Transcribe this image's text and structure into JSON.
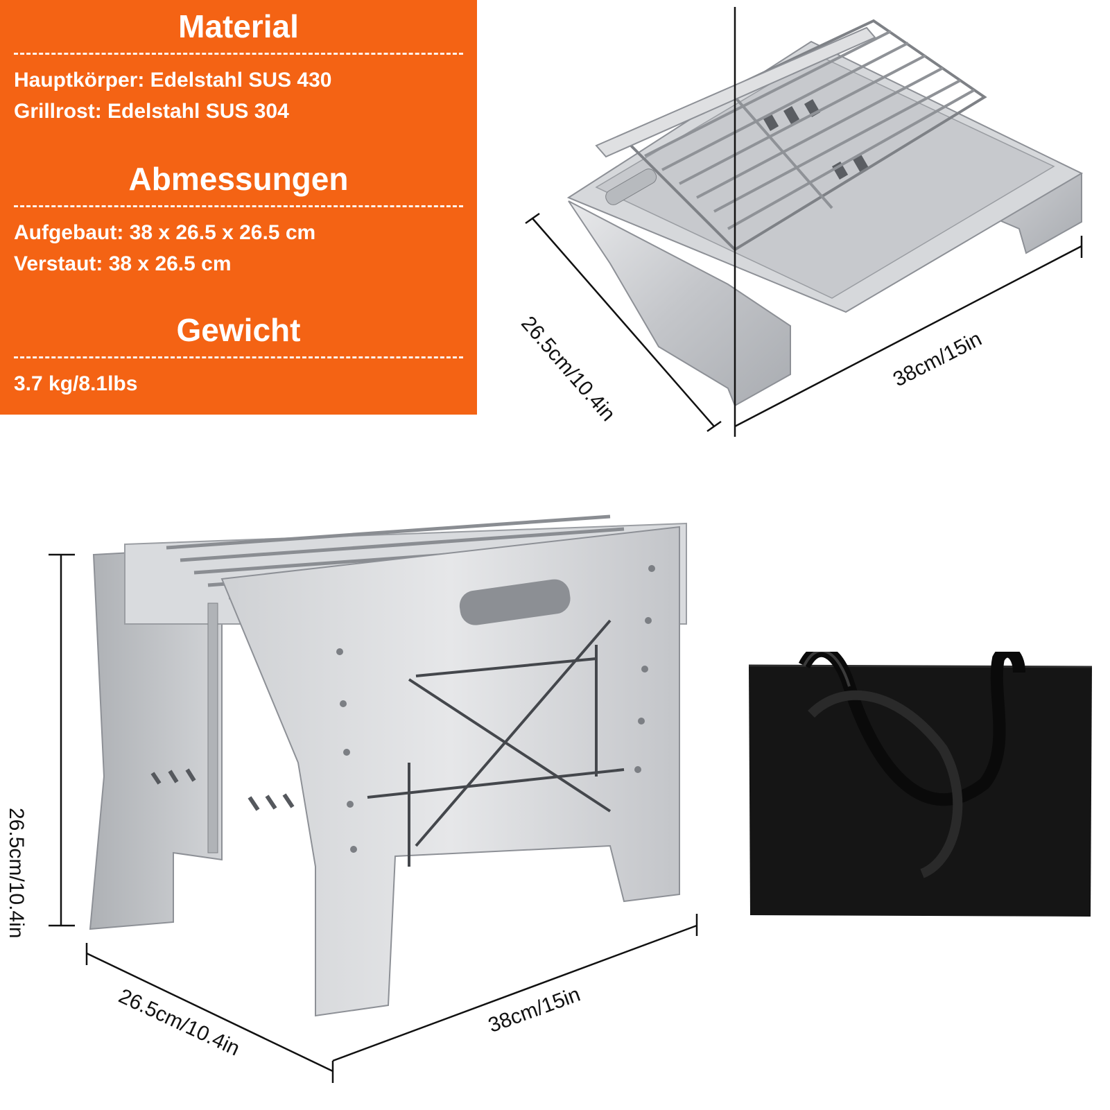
{
  "colors": {
    "panel": "#f46314",
    "text_on_panel": "#ffffff",
    "steel": "#c9cbcf",
    "bag": "#151515"
  },
  "specs": {
    "material": {
      "heading": "Material",
      "lines": [
        "Hauptkörper: Edelstahl SUS 430",
        "Grillrost: Edelstahl SUS 304"
      ]
    },
    "dimensions": {
      "heading": "Abmessungen",
      "lines": [
        "Aufgebaut: 38 x 26.5 x 26.5 cm",
        "Verstaut: 38 x 26.5 cm"
      ]
    },
    "weight": {
      "heading": "Gewicht",
      "lines": [
        "3.7 kg/8.1lbs"
      ]
    }
  },
  "folded_grill": {
    "depth_label": "26.5cm/10.4in",
    "width_label": "38cm/15in"
  },
  "assembled_grill": {
    "height_label": "26.5cm/10.4in",
    "depth_label": "26.5cm/10.4in",
    "width_label": "38cm/15in"
  },
  "icons": [
    "folded-grill-image",
    "assembled-grill-image",
    "carry-bag-image"
  ]
}
